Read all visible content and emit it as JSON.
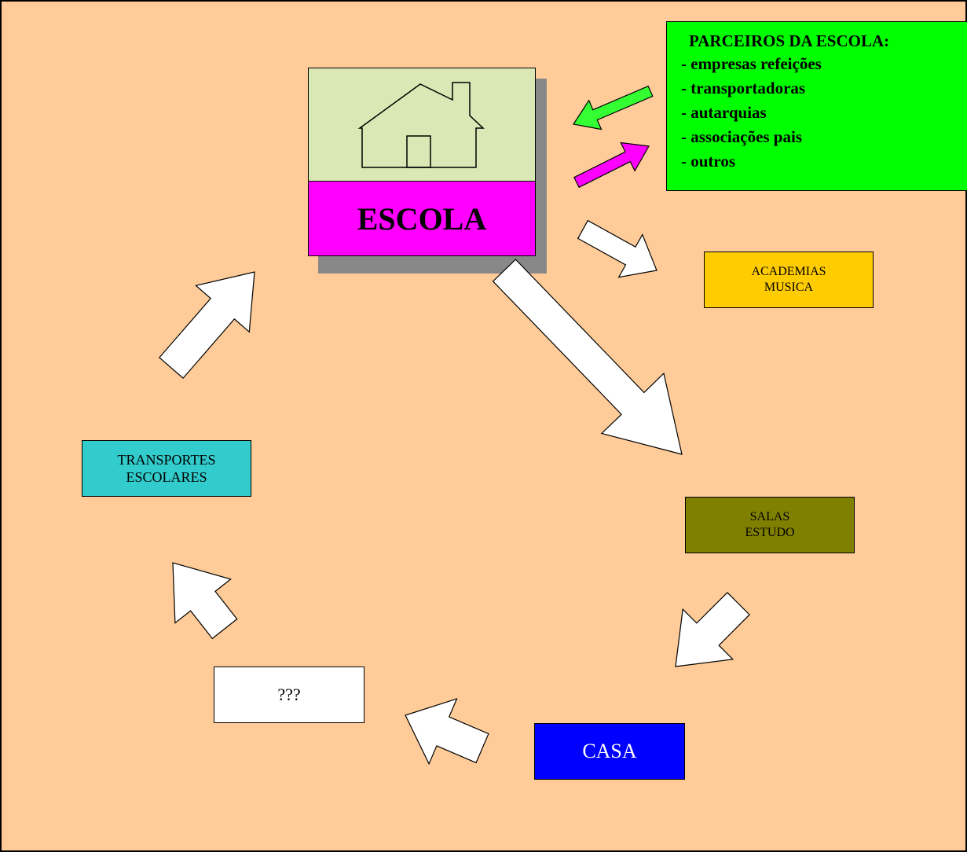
{
  "partners": {
    "title": "PARCEIROS DA ESCOLA:",
    "items": [
      "- empresas refeições",
      "- transportadoras",
      "- autarquias",
      "- associações pais",
      "- outros"
    ]
  },
  "nodes": {
    "escola": "ESCOLA",
    "academias": [
      "ACADEMIAS",
      "MUSICA"
    ],
    "salas": [
      "SALAS",
      "ESTUDO"
    ],
    "casa": "CASA",
    "unknown": "???",
    "transportes": [
      "TRANSPORTES",
      "ESCOLARES"
    ]
  },
  "colors": {
    "background": "#ffcc99",
    "partners": "#00ff00",
    "escola_top": "#d9e8b4",
    "escola_label": "#ff00ff",
    "academias": "#ffcc00",
    "salas": "#808000",
    "casa": "#0000ff",
    "unknown": "#ffffff",
    "transportes": "#33cccc",
    "arrow_green": "#33ff33",
    "arrow_magenta": "#ff00ff",
    "arrow_white": "#ffffff"
  }
}
